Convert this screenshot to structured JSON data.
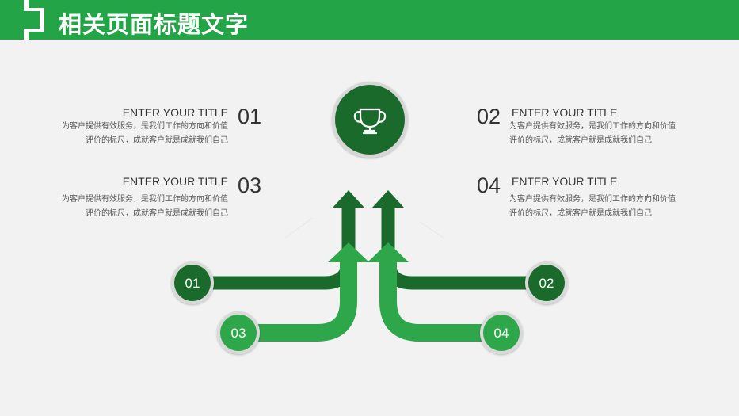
{
  "header": {
    "title": "相关页面标题文字"
  },
  "center": {
    "icon": "trophy-icon"
  },
  "items": [
    {
      "num": "01",
      "title": "ENTER YOUR TITLE",
      "desc": "为客户提供有效服务，是我们工作的方向和价值评价的标尺，成就客户就是成就我们自己"
    },
    {
      "num": "02",
      "title": "ENTER YOUR TITLE",
      "desc": "为客户提供有效服务，是我们工作的方向和价值评价的标尺，成就客户就是成就我们自己"
    },
    {
      "num": "03",
      "title": "ENTER YOUR TITLE",
      "desc": "为客户提供有效服务，是我们工作的方向和价值评价的标尺，成就客户就是成就我们自己"
    },
    {
      "num": "04",
      "title": "ENTER YOUR TITLE",
      "desc": "为客户提供有效服务，是我们工作的方向和价值评价的标尺，成就客户就是成就我们自己"
    }
  ],
  "nodes": [
    "01",
    "02",
    "03",
    "04"
  ],
  "colors": {
    "brand": "#22a447",
    "dark_green": "#1a6b2b",
    "light_green": "#2ea64a"
  }
}
